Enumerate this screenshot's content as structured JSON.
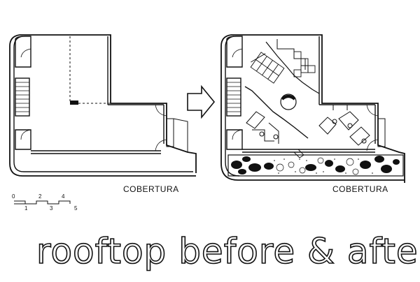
{
  "labels": {
    "before_plan": "COBERTURA",
    "after_plan": "COBERTURA"
  },
  "scale_bar": {
    "upper_ticks": [
      "0",
      "2",
      "4"
    ],
    "lower_ticks": [
      "1",
      "3",
      "5"
    ]
  },
  "caption": "rooftop before & after",
  "colors": {
    "ink": "#111111",
    "background": "#ffffff"
  }
}
